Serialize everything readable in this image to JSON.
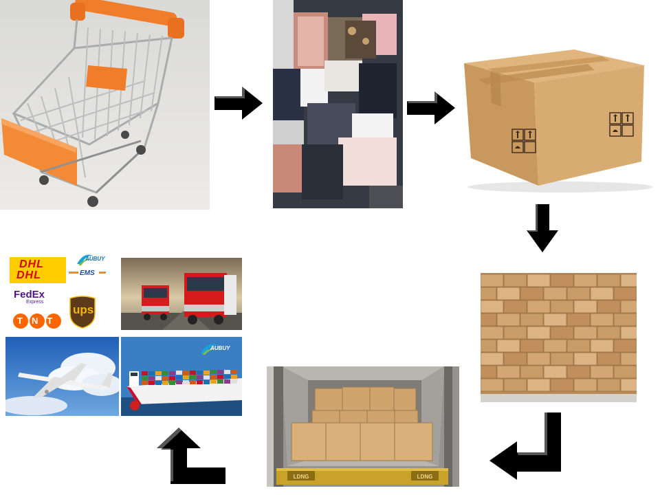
{
  "flow": {
    "steps": [
      {
        "id": "cart",
        "icon": "shopping-cart-icon"
      },
      {
        "id": "clothing",
        "icon": "clothing-pile-icon"
      },
      {
        "id": "box",
        "icon": "carton-box-icon"
      },
      {
        "id": "warehouse",
        "icon": "stacked-boxes-icon"
      },
      {
        "id": "container",
        "icon": "container-loading-icon"
      },
      {
        "id": "shipping",
        "icon": "shipping-methods-icon"
      }
    ]
  },
  "shipping": {
    "carriers": {
      "dhl": "DHL",
      "dhl2": "DHL",
      "aubuy": "AUBUY",
      "ems": "EMS",
      "fedex": "FedEx",
      "fedex_sub": "Express",
      "tnt": "TNT",
      "ups": "ups"
    },
    "ship_logo": "AUBUY"
  },
  "container": {
    "plate_left": "LDNG",
    "plate_right": "LDNG"
  },
  "colors": {
    "arrow": "#000000",
    "cart_accent": "#f07d2a",
    "cardboard": "#d2a46c",
    "dhl_yellow": "#ffcc00",
    "dhl_red": "#d40511",
    "fedex_purple": "#4d148c",
    "fedex_orange": "#ff6600",
    "tnt_orange": "#ff6600",
    "ups_brown": "#5c3a1a",
    "ups_gold": "#f5b800"
  }
}
